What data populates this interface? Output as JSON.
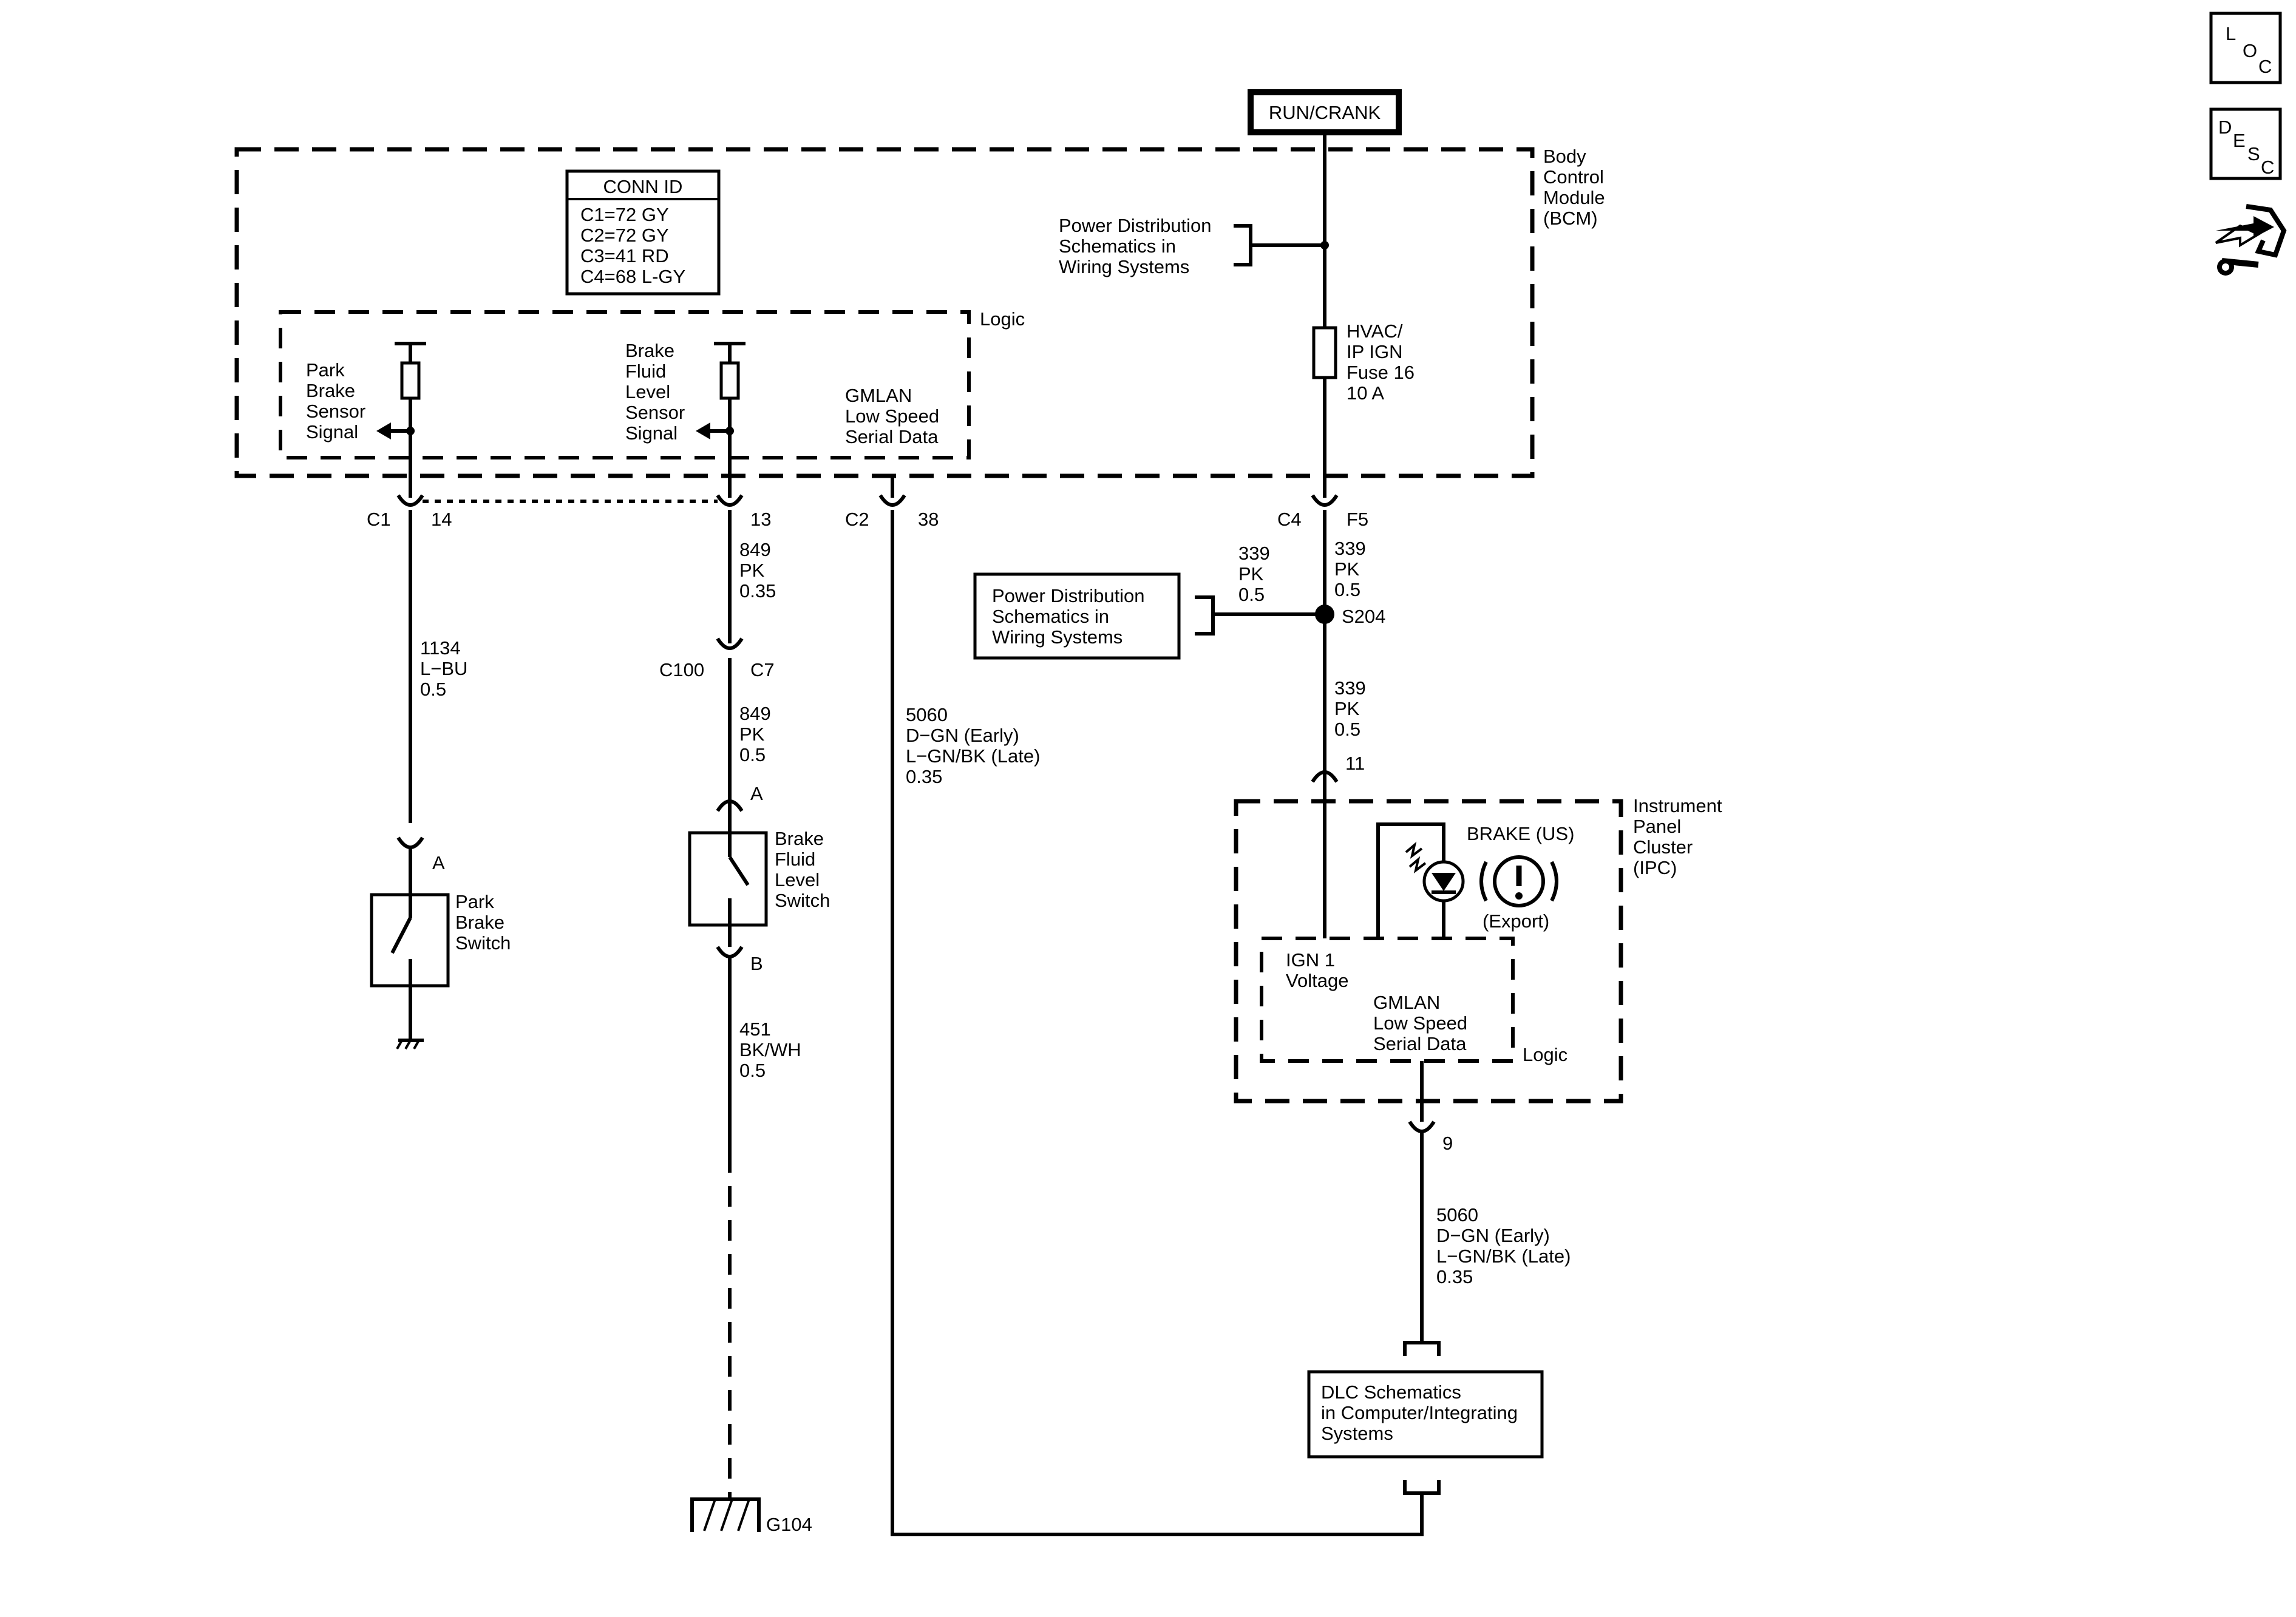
{
  "header": {
    "run_crank": "RUN/CRANK",
    "side_icons": {
      "loc": "L O C",
      "desc": "D E S C",
      "wrench_icon": "wrench-arrows-icon"
    }
  },
  "bcm": {
    "title": [
      "Body",
      "Control",
      "Module",
      "(BCM)"
    ],
    "logic_label": "Logic",
    "power_dist_note": [
      "Power Distribution",
      "Schematics in",
      "Wiring Systems"
    ],
    "fuse": [
      "HVAC/",
      "IP IGN",
      "Fuse 16",
      "10 A"
    ],
    "conn_id": {
      "title": "CONN ID",
      "rows": [
        "C1=72 GY",
        "C2=72 GY",
        "C3=41 RD",
        "C4=68 L-GY"
      ]
    },
    "park_brake_signal": [
      "Park",
      "Brake",
      "Sensor",
      "Signal"
    ],
    "brake_fluid_signal": [
      "Brake",
      "Fluid",
      "Level",
      "Sensor",
      "Signal"
    ],
    "gmlan": [
      "GMLAN",
      "Low Speed",
      "Serial Data"
    ]
  },
  "connectors": {
    "c1": "C1",
    "c1_pin14": "14",
    "c1_pin13": "13",
    "c2": "C2",
    "c2_pin": "38",
    "c4": "C4",
    "c4_pin": "F5",
    "c100": "C100",
    "c7": "C7",
    "pin_a_left": "A",
    "pin_a_mid": "A",
    "pin_b": "B",
    "ipc_pin11": "11",
    "ipc_pin9": "9"
  },
  "wires": {
    "w1134": [
      "1134",
      "L−BU",
      "0.5"
    ],
    "w849_top": [
      "849",
      "PK",
      "0.35"
    ],
    "w849_mid": [
      "849",
      "PK",
      "0.5"
    ],
    "w451": [
      "451",
      "BK/WH",
      "0.5"
    ],
    "w5060_left": [
      "5060",
      "D−GN (Early)",
      "L−GN/BK (Late)",
      "0.35"
    ],
    "w339_left": [
      "339",
      "PK",
      "0.5"
    ],
    "w339_right": [
      "339",
      "PK",
      "0.5"
    ],
    "w339_lower": [
      "339",
      "PK",
      "0.5"
    ],
    "w5060_right": [
      "5060",
      "D−GN (Early)",
      "L−GN/BK (Late)",
      "0.35"
    ]
  },
  "splice": "S204",
  "power_dist_box": [
    "Power Distribution",
    "Schematics in",
    "Wiring Systems"
  ],
  "park_brake_switch": [
    "Park",
    "Brake",
    "Switch"
  ],
  "brake_fluid_switch": [
    "Brake",
    "Fluid",
    "Level",
    "Switch"
  ],
  "ground": "G104",
  "ipc": {
    "title": [
      "Instrument",
      "Panel",
      "Cluster",
      "(IPC)"
    ],
    "brake_us": "BRAKE (US)",
    "export": "(Export)",
    "ign": [
      "IGN 1",
      "Voltage"
    ],
    "gmlan": [
      "GMLAN",
      "Low Speed",
      "Serial Data"
    ],
    "logic_label": "Logic"
  },
  "dlc": [
    "DLC Schematics",
    "in Computer/Integrating",
    "Systems"
  ]
}
